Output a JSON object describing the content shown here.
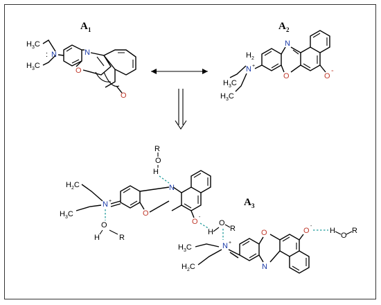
{
  "labels": {
    "A1": {
      "main": "A",
      "sub": "1"
    },
    "A2": {
      "main": "A",
      "sub": "2"
    },
    "A3": {
      "main": "A",
      "sub": "3"
    }
  },
  "atoms": {
    "N": "N",
    "O": "O",
    "H": "H",
    "R": "R",
    "C": "C",
    "sub2": "2",
    "sub3": "3",
    "plus": "+",
    "minus": "-",
    "lonepair": ":"
  },
  "colors": {
    "nitrogen": "#1a3aa8",
    "oxygen": "#c0392b",
    "hbond": "#1f9a9a"
  }
}
